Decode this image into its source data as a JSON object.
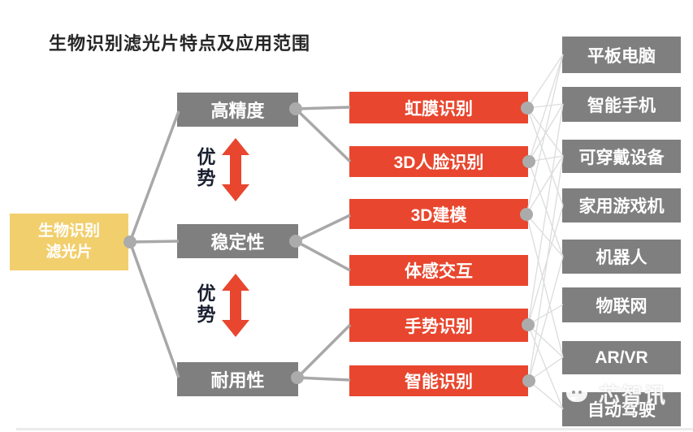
{
  "title": "生物识别滤光片特点及应用范围",
  "root_node": {
    "label": "生物识别\n滤光片"
  },
  "advantage_labels": [
    "优势",
    "优势"
  ],
  "features": [
    {
      "label": "高精度"
    },
    {
      "label": "稳定性"
    },
    {
      "label": "耐用性"
    }
  ],
  "applications": [
    {
      "label": "虹膜识别"
    },
    {
      "label": "3D人脸识别"
    },
    {
      "label": "3D建模"
    },
    {
      "label": "体感交互"
    },
    {
      "label": "手势识别"
    },
    {
      "label": "智能识别"
    }
  ],
  "devices": [
    {
      "label": "平板电脑"
    },
    {
      "label": "智能手机"
    },
    {
      "label": "可穿戴设备"
    },
    {
      "label": "家用游戏机"
    },
    {
      "label": "机器人"
    },
    {
      "label": "物联网"
    },
    {
      "label": "AR/VR"
    },
    {
      "label": "自动驾驶"
    }
  ],
  "watermark": {
    "text": "芯智讯"
  },
  "colors": {
    "root_box": "#F2CF6D",
    "feature_box": "#7F7F7F",
    "application_box": "#E8462E",
    "device_box": "#7F7F7F",
    "arrow": "#E8462E",
    "thick_line": "#A8A8A8",
    "thin_line": "#DCDCDC",
    "dot": "#ABABAB",
    "title_text": "#262626"
  }
}
